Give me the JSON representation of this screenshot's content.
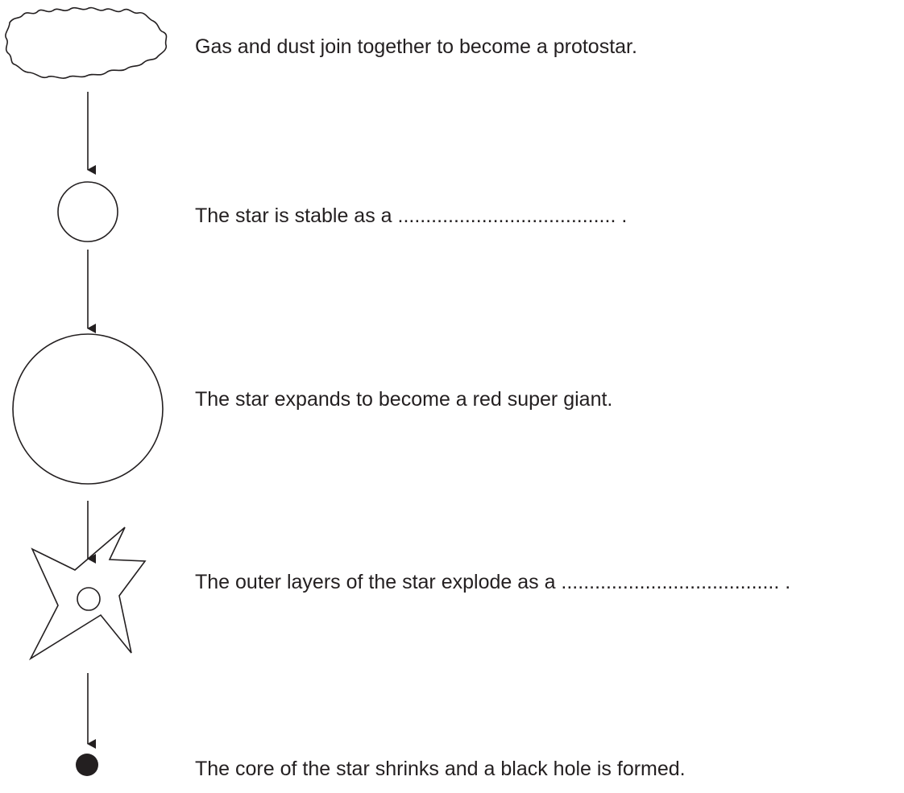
{
  "stages": [
    {
      "icon": "cloud-icon",
      "text": "Gas and dust join together to become a protostar."
    },
    {
      "icon": "small-circle-icon",
      "text": "The star is stable as a ....................................... ."
    },
    {
      "icon": "large-circle-icon",
      "text": "The star expands to become a red super giant."
    },
    {
      "icon": "explosion-star-icon",
      "text": "The outer layers of the star explode as a ....................................... ."
    },
    {
      "icon": "black-dot-icon",
      "text": "The core of the star shrinks and a black hole is formed."
    }
  ],
  "colors": {
    "ink": "#231f20",
    "background": "#ffffff"
  }
}
